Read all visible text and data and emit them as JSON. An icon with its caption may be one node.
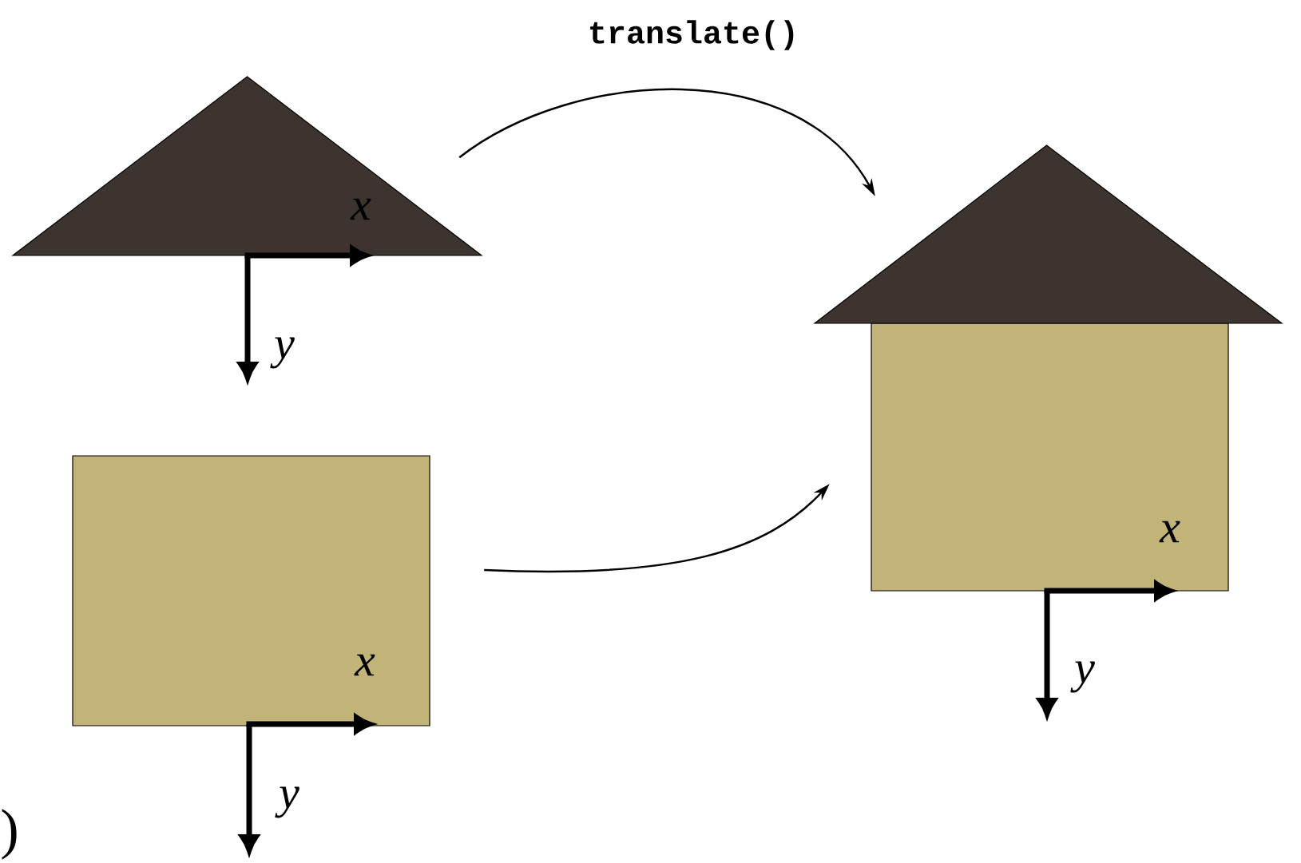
{
  "diagram": {
    "nodes": [
      {
        "text": [],
        "shape": "triangle"
      },
      {
        "text": [],
        "shape": "box"
      },
      {
        "text": [],
        "shape": "house"
      }
    ],
    "edges": [
      {
        "from": 0,
        "to": 2,
        "arrow": "to",
        "label": "translate()"
      },
      {
        "from": 1,
        "to": 2,
        "arrow": "to"
      }
    ],
    "labels": [
      "x",
      "y",
      "x",
      "x",
      "y",
      "y",
      ")"
    ]
  }
}
